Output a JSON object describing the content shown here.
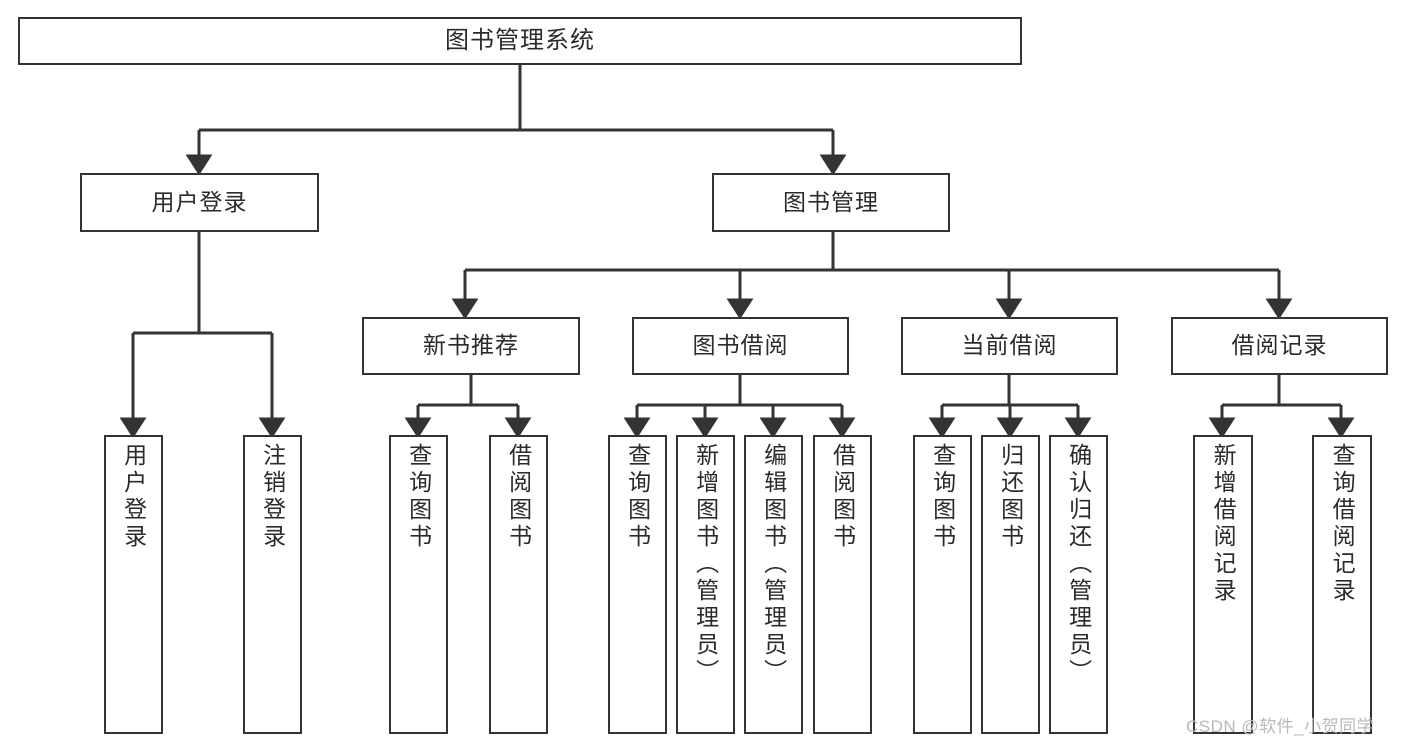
{
  "diagram": {
    "title": "图书管理系统",
    "type": "hierarchy-tree",
    "root": {
      "id": "root",
      "label": "图书管理系统"
    },
    "level1": [
      {
        "id": "user-login",
        "label": "用户登录"
      },
      {
        "id": "book-manage",
        "label": "图书管理"
      }
    ],
    "level2": [
      {
        "id": "new-book-rec",
        "label": "新书推荐",
        "parent": "book-manage"
      },
      {
        "id": "book-borrow",
        "label": "图书借阅",
        "parent": "book-manage"
      },
      {
        "id": "current-borrow",
        "label": "当前借阅",
        "parent": "book-manage"
      },
      {
        "id": "borrow-record",
        "label": "借阅记录",
        "parent": "book-manage"
      }
    ],
    "leaves": [
      {
        "id": "leaf-user-login",
        "label": "用户登录",
        "parent": "user-login"
      },
      {
        "id": "leaf-user-logout",
        "label": "注销登录",
        "parent": "user-login"
      },
      {
        "id": "leaf-rec-query-book",
        "label": "查询图书",
        "parent": "new-book-rec"
      },
      {
        "id": "leaf-rec-borrow-book",
        "label": "借阅图书",
        "parent": "new-book-rec"
      },
      {
        "id": "leaf-borrow-query-book",
        "label": "查询图书",
        "parent": "book-borrow"
      },
      {
        "id": "leaf-borrow-add-book",
        "label": "新增图书（管理员）",
        "parent": "book-borrow"
      },
      {
        "id": "leaf-borrow-edit-book",
        "label": "编辑图书（管理员）",
        "parent": "book-borrow"
      },
      {
        "id": "leaf-borrow-borrow-book",
        "label": "借阅图书",
        "parent": "book-borrow"
      },
      {
        "id": "leaf-cur-query-book",
        "label": "查询图书",
        "parent": "current-borrow"
      },
      {
        "id": "leaf-cur-return-book",
        "label": "归还图书",
        "parent": "current-borrow"
      },
      {
        "id": "leaf-cur-confirm-return",
        "label": "确认归还（管理员）",
        "parent": "current-borrow"
      },
      {
        "id": "leaf-rec-add-record",
        "label": "新增借阅记录",
        "parent": "borrow-record"
      },
      {
        "id": "leaf-rec-query-record",
        "label": "查询借阅记录",
        "parent": "borrow-record"
      }
    ],
    "colors": {
      "box_border": "#333333",
      "box_fill": "#ffffff",
      "connector": "#333333",
      "text": "#2b2b2b",
      "watermark": "#b9b9b9",
      "background": "#ffffff"
    },
    "watermark": "CSDN @软件_小贺同学"
  }
}
